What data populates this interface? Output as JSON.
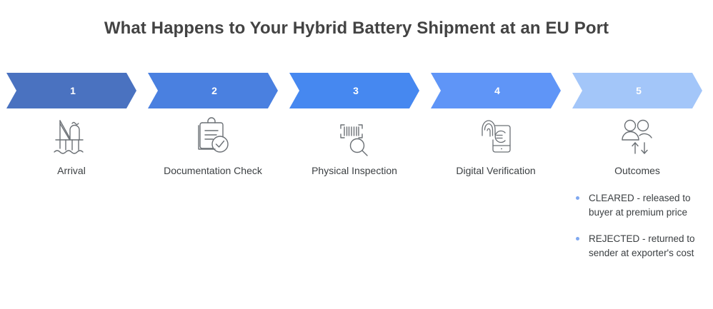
{
  "page": {
    "title": "What Happens to Your Hybrid Battery Shipment at an EU Port"
  },
  "steps": [
    {
      "number": "1",
      "label": "Arrival",
      "icon": "port-crane-icon",
      "color": "#4a72c0"
    },
    {
      "number": "2",
      "label": "Documentation Check",
      "icon": "clipboard-check-icon",
      "color": "#4a80e0"
    },
    {
      "number": "3",
      "label": "Physical Inspection",
      "icon": "barcode-magnifier-icon",
      "color": "#4688f0"
    },
    {
      "number": "4",
      "label": "Digital Verification",
      "icon": "fingerprint-phone-euro-icon",
      "color": "#5f95f7"
    },
    {
      "number": "5",
      "label": "Outcomes",
      "icon": "people-updown-arrows-icon",
      "color": "#a3c6f9"
    }
  ],
  "outcomes": {
    "bullets": [
      "CLEARED - released to buyer at premium price",
      "REJECTED - returned to sender at exporter's cost"
    ]
  },
  "colors": {
    "title": "#434343",
    "text": "#3c4043",
    "icon_stroke": "#6b7075",
    "bullet": "#7fa8f0"
  }
}
